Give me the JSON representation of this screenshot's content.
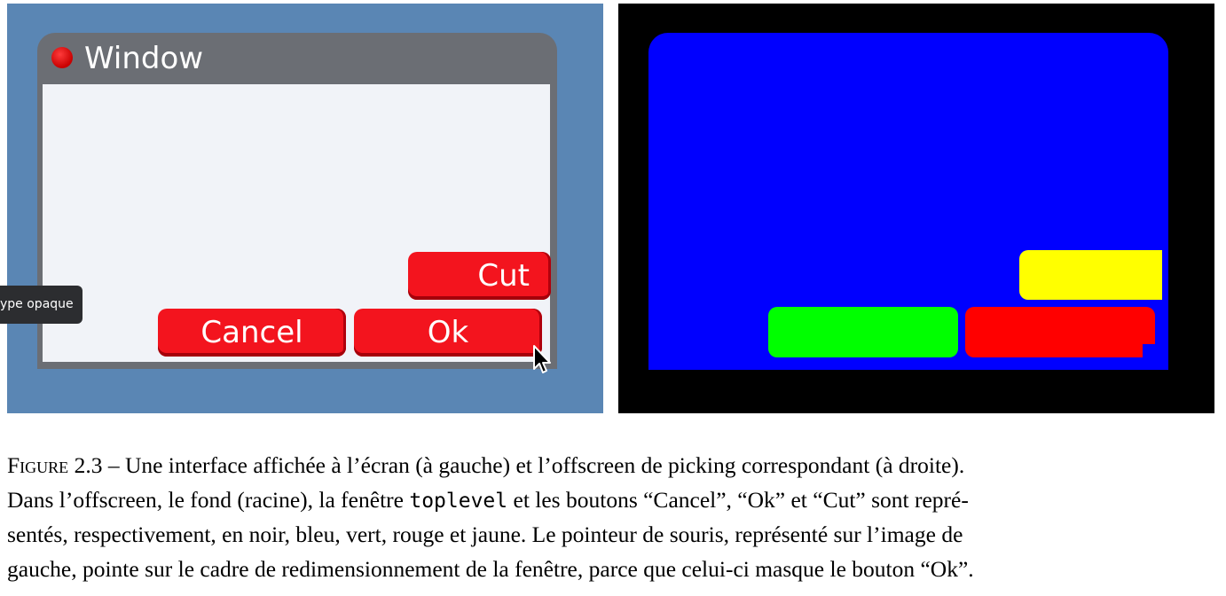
{
  "screen": {
    "window": {
      "title": "Window",
      "close_icon": "close-dot-icon"
    },
    "buttons": {
      "cut": "Cut",
      "cancel": "Cancel",
      "ok": "Ok"
    },
    "tooltip": "ype opaque",
    "pointer_icon": "mouse-pointer-icon"
  },
  "offscreen": {
    "colors": {
      "background": "#000000",
      "toplevel": "#0000ff",
      "cancel": "#00ff00",
      "ok": "#ff0000",
      "cut": "#ffff00"
    }
  },
  "caption": {
    "label": "Figure",
    "number": "2.3",
    "line1_text": " – Une interface affichée à l’écran (à gauche) et l’offscreen de picking correspondant (à droite).",
    "line2_a": "Dans l’offscreen, le fond (racine), la fenêtre ",
    "line2_code": "toplevel",
    "line2_b": " et les boutons “Cancel”, “Ok” et “Cut” sont repré-",
    "line3": "sentés, respectivement, en noir, bleu, vert, rouge et jaune. Le pointeur de souris, représenté sur l’image de",
    "line4": "gauche, pointe sur le cadre de redimensionnement de la fenêtre, parce que celui-ci masque le bouton “Ok”."
  }
}
